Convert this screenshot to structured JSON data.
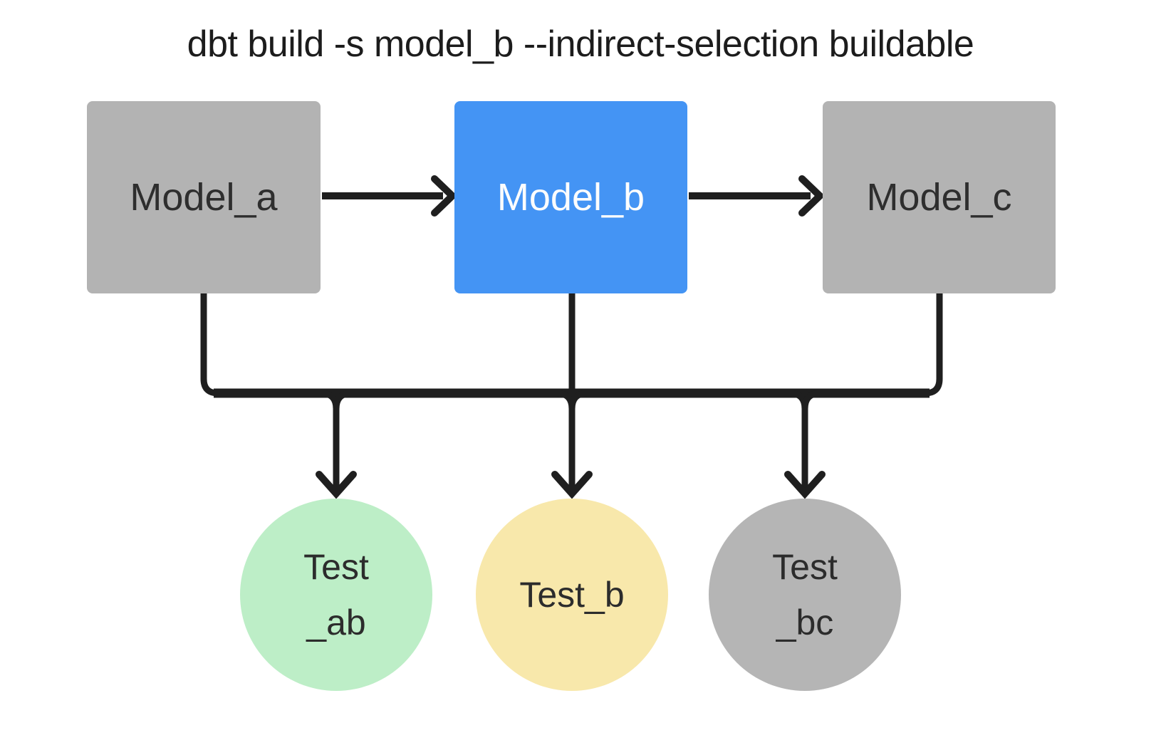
{
  "title": "dbt build -s model_b --indirect-selection buildable",
  "colors": {
    "background": "#ffffff",
    "model_gray": "#b3b3b3",
    "model_blue_selected": "#4494f4",
    "test_green_pass": "#bdeec7",
    "test_yellow": "#f8e8ab",
    "test_gray": "#b5b5b5",
    "edge_line": "#1f1f1f",
    "text_dark": "#2e2e2e",
    "text_light": "#fdfdfd"
  },
  "models": [
    {
      "id": "model_a",
      "label": "Model_a",
      "variant": "gray"
    },
    {
      "id": "model_b",
      "label": "Model_b",
      "variant": "blue"
    },
    {
      "id": "model_c",
      "label": "Model_c",
      "variant": "gray"
    }
  ],
  "tests": [
    {
      "id": "test_ab",
      "line1": "Test",
      "line2": "_ab",
      "variant": "green"
    },
    {
      "id": "test_b",
      "line1": "Test_b",
      "line2": "",
      "variant": "yellow"
    },
    {
      "id": "test_bc",
      "line1": "Test",
      "line2": "_bc",
      "variant": "gray"
    }
  ]
}
